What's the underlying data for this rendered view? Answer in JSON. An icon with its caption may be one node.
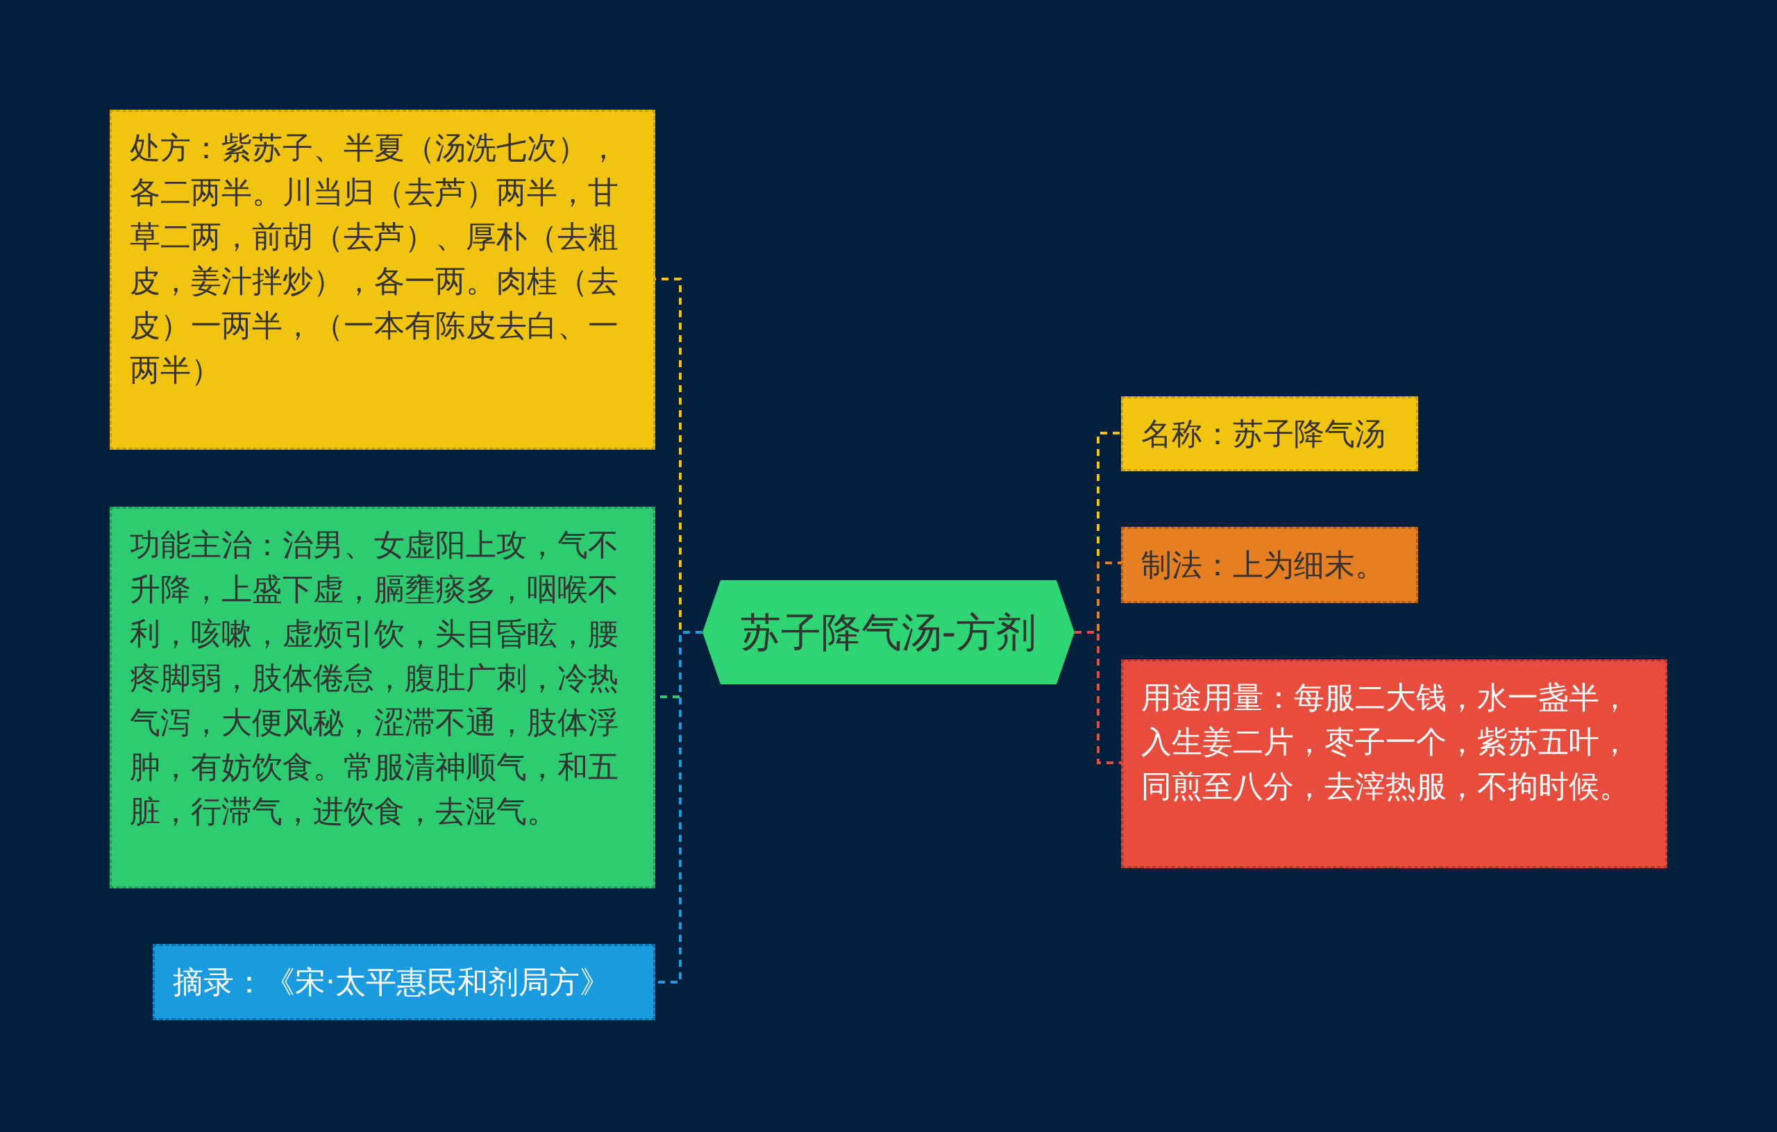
{
  "diagram": {
    "nodes": [
      {
        "text": [
          "苏子降气汤-方剂"
        ]
      },
      {
        "text": [
          "处方：紫苏子、半夏（汤洗七次），各二两半。川当归（去芦）两半，甘草二两，前胡（去芦）、厚朴（去粗皮，姜汁拌炒），各一两。肉桂（去皮）一两半，（一本有陈皮去白、一两半）"
        ]
      },
      {
        "text": [
          "功能主治：治男、女虚阳上攻，气不升降，上盛下虚，膈壅痰多，咽喉不利，咳嗽，虚烦引饮，头目昏眩，腰疼脚弱，肢体倦怠，腹肚广刺，冷热气泻，大便风秘，涩滞不通，肢体浮肿，有妨饮食。常服清神顺气，和五脏，行滞气，进饮食，去湿气。"
        ]
      },
      {
        "text": [
          "摘录：《宋·太平惠民和剂局方》"
        ]
      },
      {
        "text": [
          "名称：苏子降气汤"
        ]
      },
      {
        "text": [
          "制法：上为细末。"
        ]
      },
      {
        "text": [
          "用途用量：每服二大钱，水一盏半，入生姜二片，枣子一个，紫苏五叶，同煎至八分，去滓热服，不拘时候。"
        ]
      }
    ],
    "edges": [
      {
        "from": 0,
        "to": 1,
        "arrow": "none",
        "style": "dashed",
        "color": "#f1c40f"
      },
      {
        "from": 0,
        "to": 2,
        "arrow": "none",
        "style": "dashed",
        "color": "#2ecc71"
      },
      {
        "from": 0,
        "to": 3,
        "arrow": "none",
        "style": "dashed",
        "color": "#1a9be0"
      },
      {
        "from": 0,
        "to": 4,
        "arrow": "none",
        "style": "dashed",
        "color": "#f1c40f"
      },
      {
        "from": 0,
        "to": 5,
        "arrow": "none",
        "style": "dashed",
        "color": "#e67e22"
      },
      {
        "from": 0,
        "to": 6,
        "arrow": "none",
        "style": "dashed",
        "color": "#e74c3c"
      }
    ]
  }
}
